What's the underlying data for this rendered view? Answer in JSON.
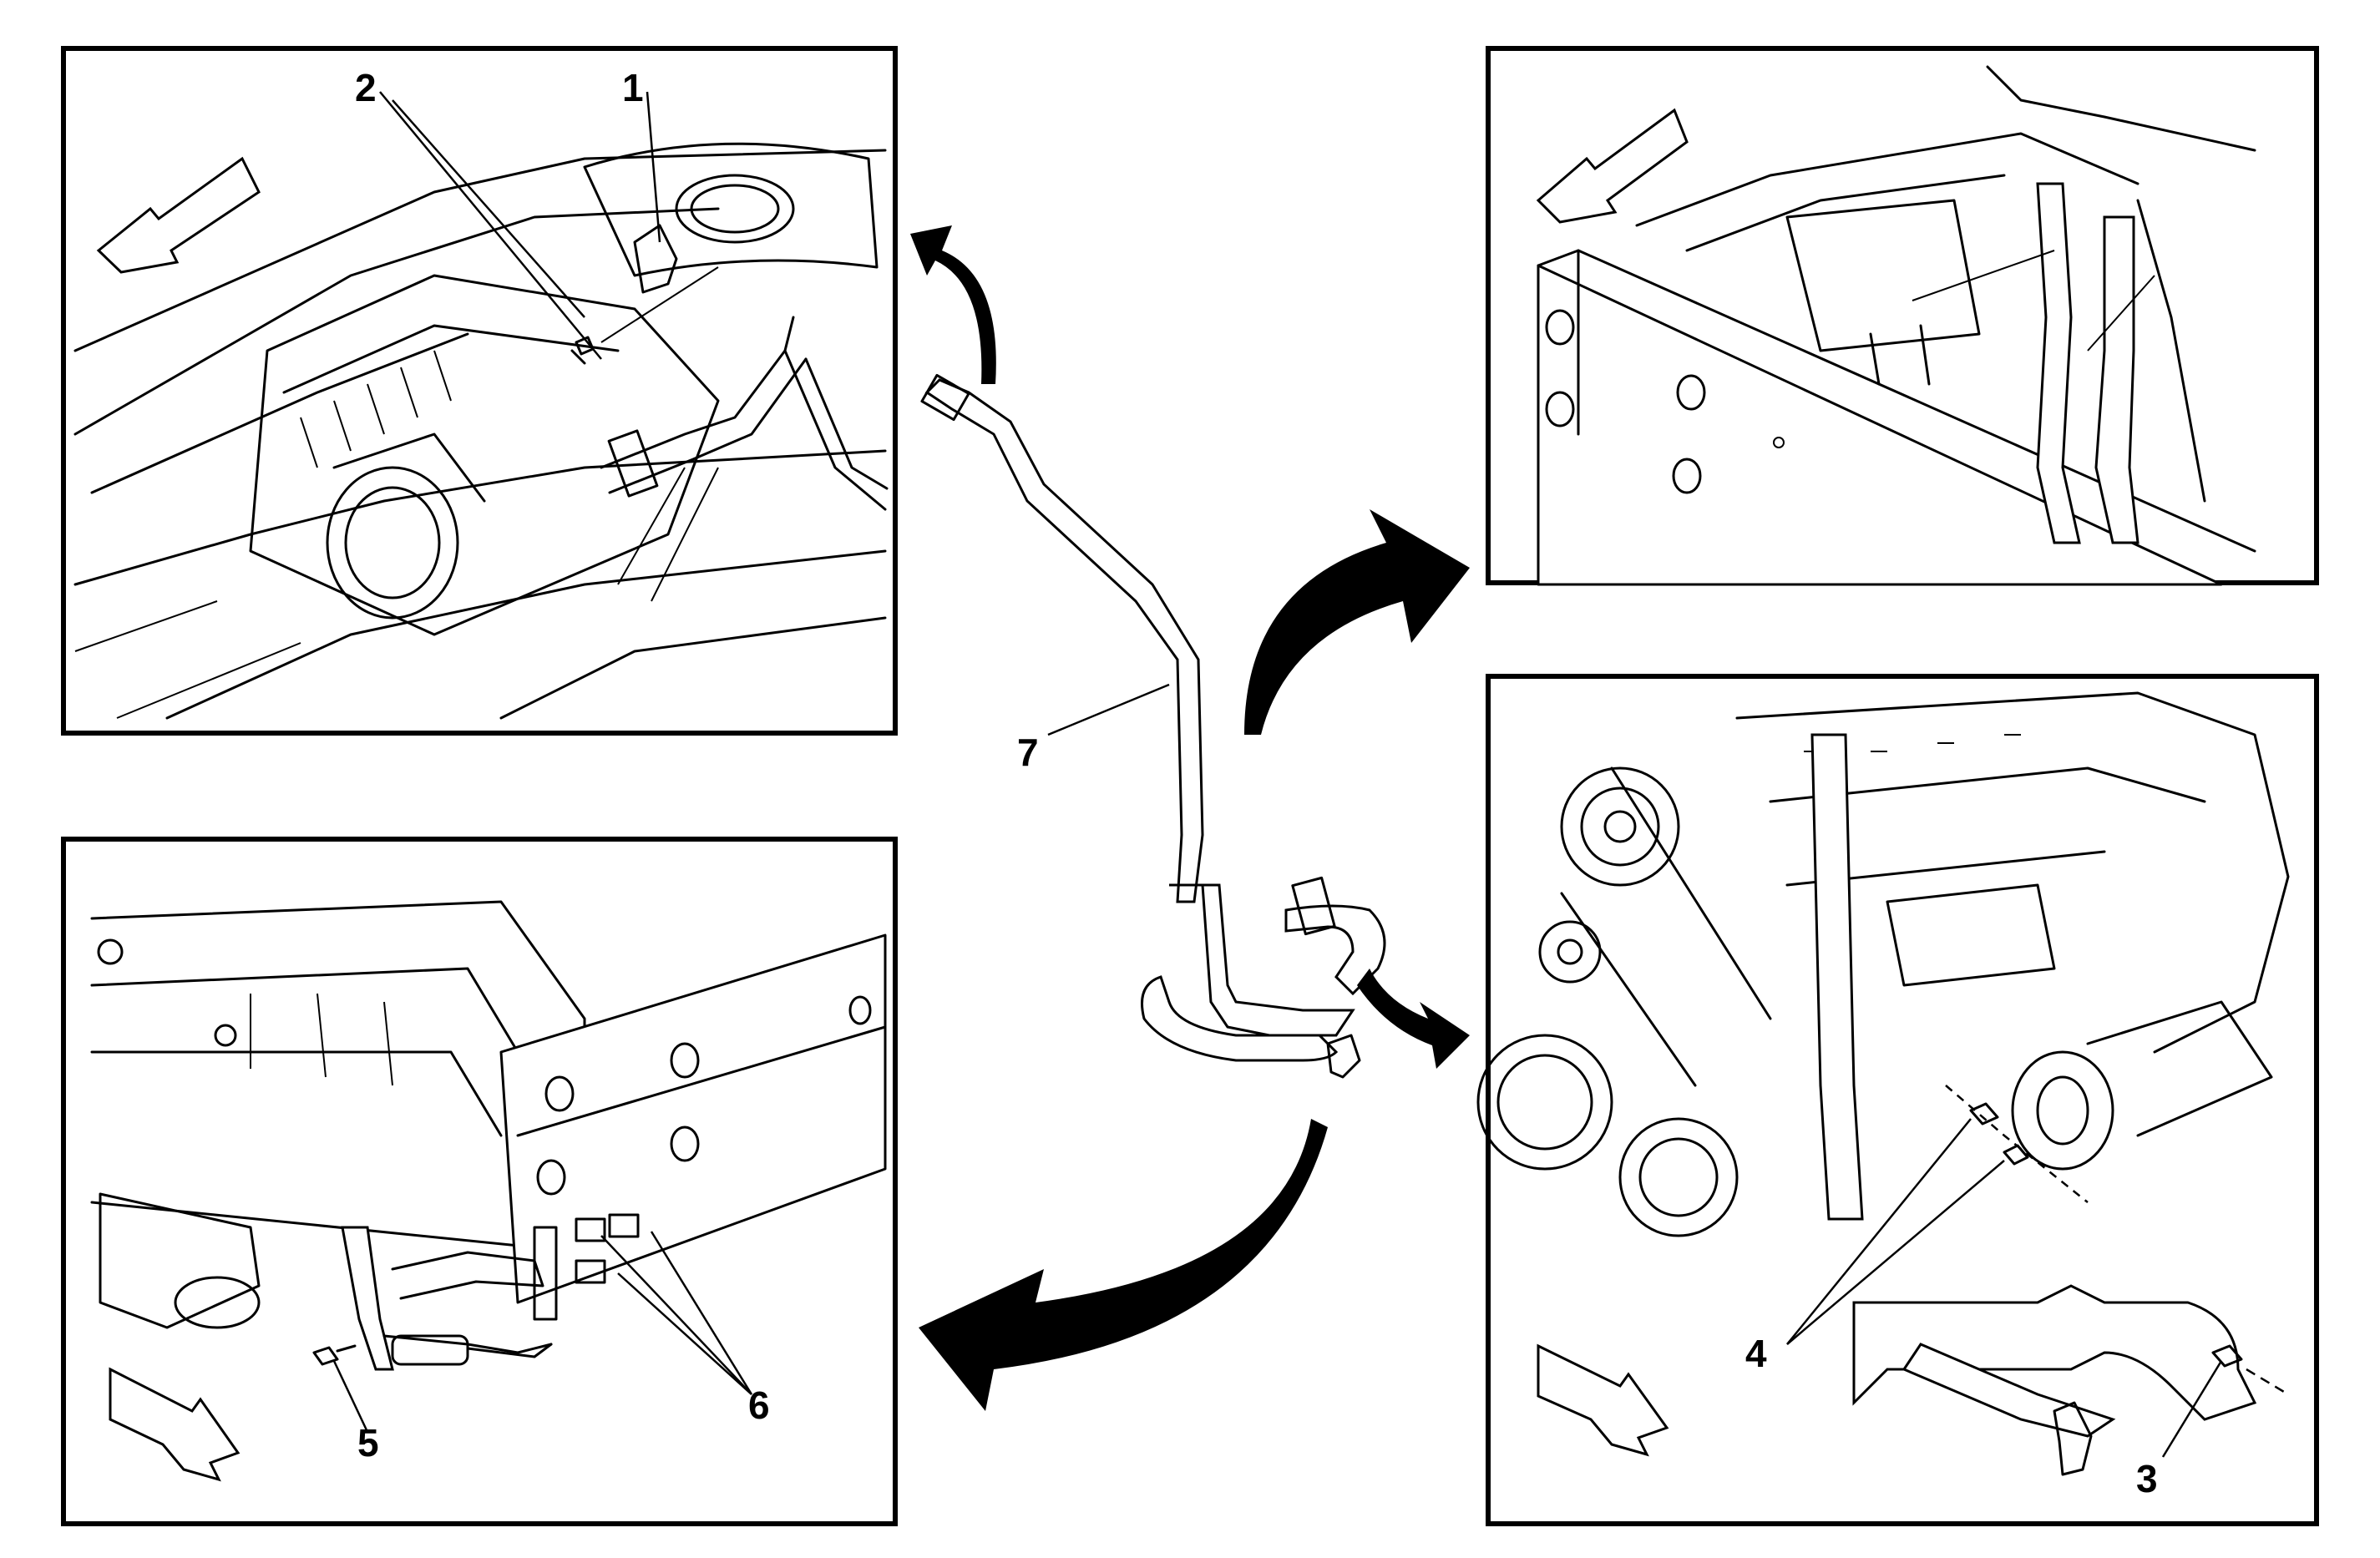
{
  "callouts": [
    {
      "id": "1",
      "label": "1"
    },
    {
      "id": "2",
      "label": "2"
    },
    {
      "id": "3",
      "label": "3"
    },
    {
      "id": "4",
      "label": "4"
    },
    {
      "id": "5",
      "label": "5"
    },
    {
      "id": "6",
      "label": "6"
    },
    {
      "id": "7",
      "label": "7"
    }
  ],
  "panels": [
    {
      "id": "top-left",
      "icon": "front-direction-arrow-icon"
    },
    {
      "id": "top-right",
      "icon": "front-direction-arrow-icon"
    },
    {
      "id": "bottom-left",
      "icon": "front-direction-arrow-icon"
    },
    {
      "id": "bottom-right",
      "icon": "front-direction-arrow-icon"
    }
  ],
  "colors": {
    "line": "#000000",
    "background": "#ffffff"
  }
}
